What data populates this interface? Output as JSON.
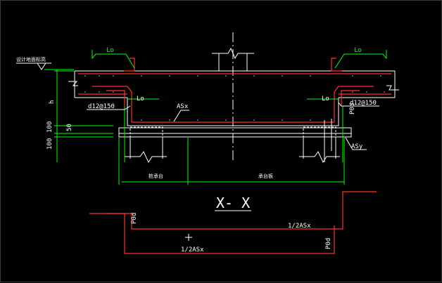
{
  "drawing": {
    "section_title": "X- X",
    "ground_level_label": "设计地面标高",
    "dim_h": "h",
    "dim_100_left": "100",
    "dim_100_bottom": "100",
    "dim_50": "50",
    "Lo_top_left": "Lo",
    "Lo_top_right": "Lo",
    "Lo_mid_left": "Lo",
    "Lo_mid_right": "Lo",
    "rebar_left": "d12@150",
    "rebar_right": "d12@150",
    "ASx": "ASx",
    "ASy": "ASy",
    "P0d_right": "P0d",
    "P0d_bottom_left": "P0d",
    "P0d_bottom_right": "P0d",
    "half_ASx_top": "1/2ASx",
    "half_ASx_bottom": "1/2ASx",
    "span_left": "桩承台",
    "span_right": "承台板"
  },
  "colors": {
    "concrete": "#ffffff",
    "rebar": "#ff3030",
    "dimension": "#00ff00",
    "accent": "#ff40ff"
  }
}
